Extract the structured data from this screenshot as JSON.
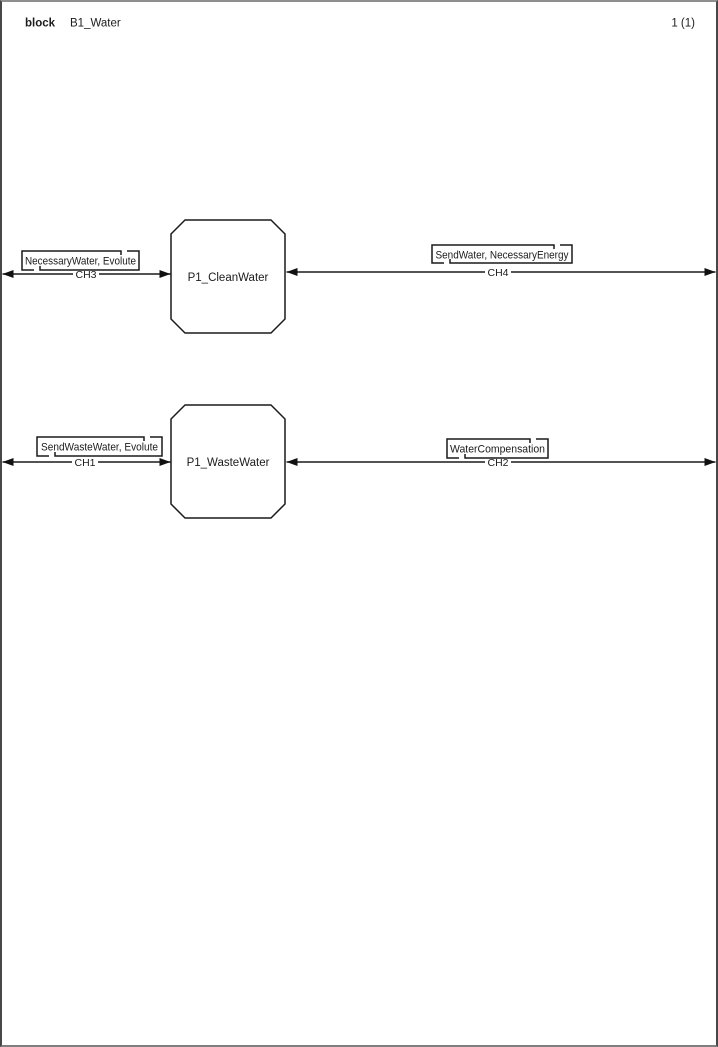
{
  "page": {
    "kind_label": "block",
    "title": "B1_Water",
    "page_number": "1 (1)"
  },
  "diagram": {
    "blocks": [
      {
        "name": "P1_CleanWater"
      },
      {
        "name": "P1_WasteWater"
      }
    ],
    "channels": [
      {
        "id": "CH3",
        "signals": "NecessaryWater, Evolute",
        "connects": "frame-left to P1_CleanWater",
        "direction": "bidirectional"
      },
      {
        "id": "CH4",
        "signals": "SendWater, NecessaryEnergy",
        "connects": "P1_CleanWater to frame-right",
        "direction": "bidirectional"
      },
      {
        "id": "CH1",
        "signals": "SendWasteWater, Evolute",
        "connects": "frame-left to P1_WasteWater",
        "direction": "bidirectional"
      },
      {
        "id": "CH2",
        "signals": "WaterCompensation",
        "connects": "P1_WasteWater to frame-right",
        "direction": "bidirectional"
      }
    ],
    "colors": {
      "line": "#1a1a1a",
      "frame": "#7f7f7f",
      "background": "#ffffff"
    }
  }
}
